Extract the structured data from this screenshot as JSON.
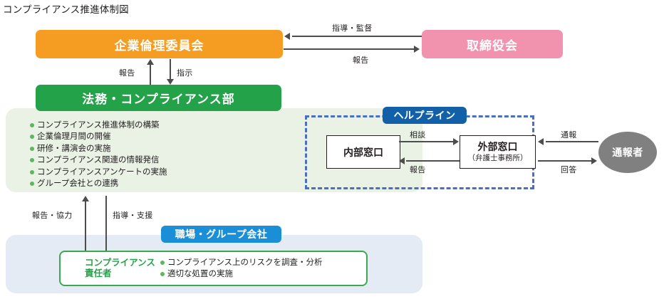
{
  "title": "コンプライアンス推進体制図",
  "nodes": {
    "ethics_committee": "企業倫理委員会",
    "board_of_directors": "取締役会",
    "legal_compliance_dept": "法務・コンプライアンス部",
    "helpline_badge": "ヘルプライン",
    "internal_contact": "内部窓口",
    "external_contact_line1": "外部窓口",
    "external_contact_line2": "（弁護士事務所）",
    "reporter": "通報者",
    "workplace_badge": "職場・グループ会社",
    "responsible_person_line1": "コンプライアンス",
    "responsible_person_line2": "責任者"
  },
  "dept_tasks": [
    "コンプライアンス推進体制の構築",
    "企業倫理月間の開催",
    "研修・講演会の実施",
    "コンプライアンス関連の情報発信",
    "コンプライアンスアンケートの実施",
    "グループ会社との連携"
  ],
  "responsible_tasks": [
    "コンプライアンス上のリスクを調査・分析",
    "適切な処置の実施"
  ],
  "edges": {
    "guidance_supervision": "指導・監督",
    "report_to_board": "報告",
    "report_up": "報告",
    "instruction_down": "指示",
    "consult": "相談",
    "report_back": "報告",
    "whistleblow": "通報",
    "answer": "回答",
    "report_cooperate": "報告・協力",
    "guidance_support": "指導・支援"
  },
  "colors": {
    "orange": "#f59c22",
    "pink": "#f193ae",
    "green": "#24a249",
    "panel_green": "#e9f2e5",
    "panel_blue": "#e4ebf5",
    "badge_helpline": "#1160a8",
    "badge_workplace": "#1a8fd8",
    "dashed_border": "#4a6fc0",
    "reporter_gray": "#808080",
    "line": "#4d4d4d"
  }
}
